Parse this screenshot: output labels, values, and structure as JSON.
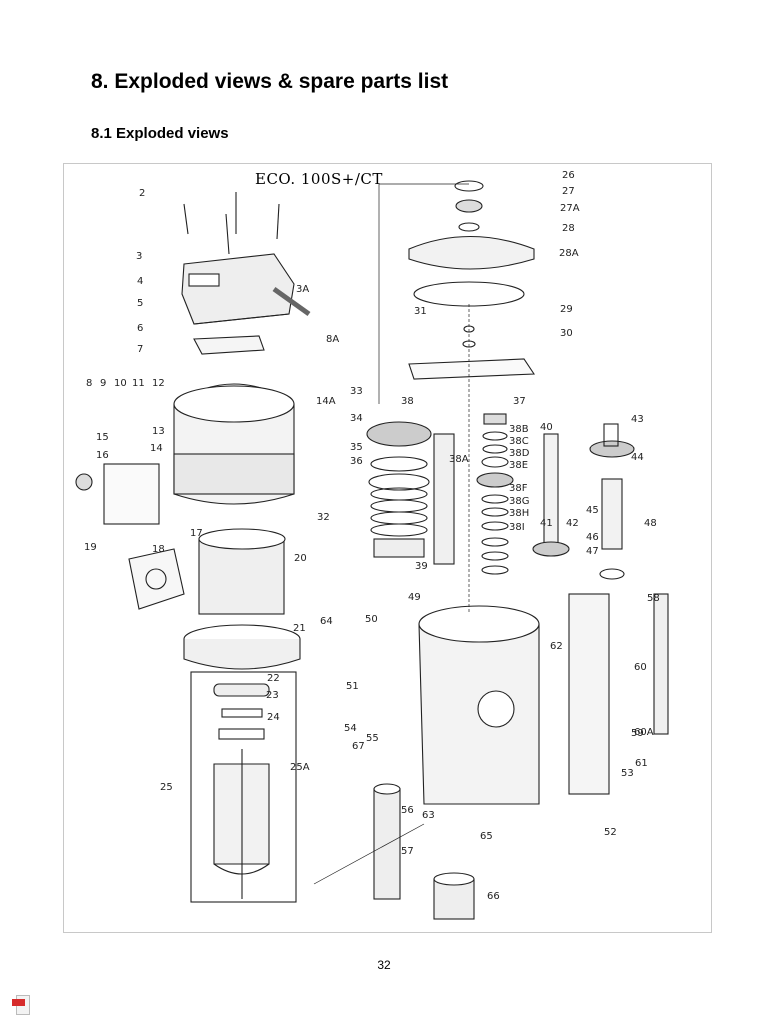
{
  "document": {
    "title": "8. Exploded views & spare parts list",
    "section": "8.1 Exploded views",
    "page_number": "32"
  },
  "figure": {
    "model_label": "ECO. 100S+/CT",
    "callouts": [
      "2",
      "3",
      "3A",
      "4",
      "5",
      "6",
      "7",
      "8",
      "8A",
      "9",
      "10",
      "11",
      "12",
      "13",
      "14",
      "14A",
      "15",
      "16",
      "17",
      "18",
      "19",
      "20",
      "21",
      "22",
      "23",
      "24",
      "25",
      "25A",
      "26",
      "27",
      "27A",
      "28",
      "28A",
      "29",
      "30",
      "31",
      "32",
      "33",
      "34",
      "35",
      "36",
      "37",
      "38",
      "38A",
      "38B",
      "38C",
      "38D",
      "38E",
      "38F",
      "38G",
      "38H",
      "38I",
      "39",
      "40",
      "41",
      "42",
      "43",
      "44",
      "45",
      "46",
      "47",
      "48",
      "49",
      "50",
      "51",
      "52",
      "53",
      "54",
      "55",
      "56",
      "57",
      "58",
      "59",
      "60",
      "60A",
      "61",
      "62",
      "63",
      "64",
      "65",
      "66",
      "67"
    ]
  },
  "icons": {
    "corner_badge": "pdf-file-icon"
  }
}
